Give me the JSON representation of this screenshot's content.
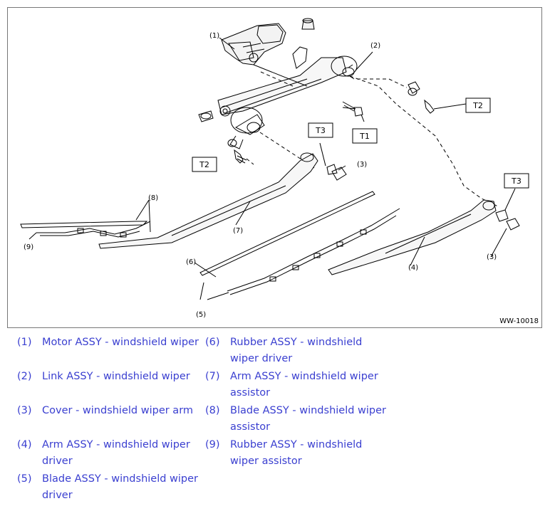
{
  "figure": {
    "id_label": "WW-10018",
    "callouts": {
      "c1": "(1)",
      "c2": "(2)",
      "c3a": "(3)",
      "c3b": "(3)",
      "c4": "(4)",
      "c5": "(5)",
      "c6": "(6)",
      "c7": "(7)",
      "c8": "(8)",
      "c9": "(9)"
    },
    "torque_boxes": {
      "t1": "T1",
      "t2a": "T2",
      "t2b": "T2",
      "t3a": "T3",
      "t3b": "T3"
    }
  },
  "legend": {
    "items": [
      {
        "num": "(1)",
        "text": "Motor ASSY - windshield wiper"
      },
      {
        "num": "(2)",
        "text": "Link ASSY - windshield wiper"
      },
      {
        "num": "(3)",
        "text": "Cover - windshield wiper arm"
      },
      {
        "num": "(4)",
        "text": "Arm ASSY - windshield wiper driver"
      },
      {
        "num": "(5)",
        "text": "Blade ASSY - windshield wiper driver"
      },
      {
        "num": "(6)",
        "text": "Rubber ASSY - windshield wiper driver"
      },
      {
        "num": "(7)",
        "text": "Arm ASSY - windshield wiper assistor"
      },
      {
        "num": "(8)",
        "text": "Blade ASSY - windshield wiper assistor"
      },
      {
        "num": "(9)",
        "text": "Rubber ASSY - windshield wiper assistor"
      }
    ]
  },
  "colors": {
    "legend_text": "#3a3fd0",
    "line": "#000000",
    "frame": "#777777"
  }
}
